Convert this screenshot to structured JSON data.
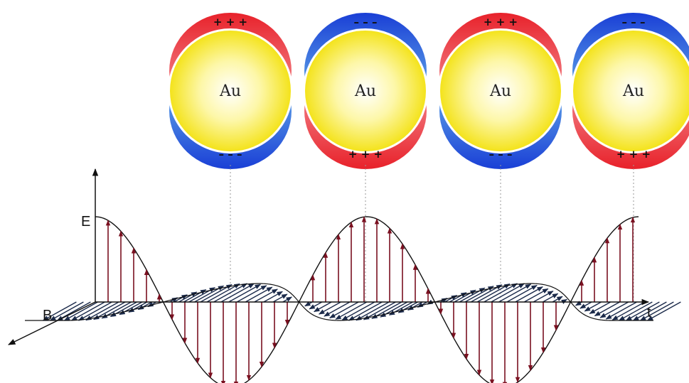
{
  "particles": [
    {
      "label": "Au",
      "top_charge": "+ + +",
      "bottom_charge": "– – –",
      "top_color": "#e8222b",
      "bottom_color": "#1a3fd6"
    },
    {
      "label": "Au",
      "top_charge": "– – –",
      "bottom_charge": "+ + +",
      "top_color": "#1a3fd6",
      "bottom_color": "#e8222b"
    },
    {
      "label": "Au",
      "top_charge": "+ + +",
      "bottom_charge": "– – –",
      "top_color": "#e8222b",
      "bottom_color": "#1a3fd6"
    },
    {
      "label": "Au",
      "top_charge": "– – –",
      "bottom_charge": "+ + +",
      "top_color": "#1a3fd6",
      "bottom_color": "#e8222b"
    }
  ],
  "axes": {
    "e_label": "E",
    "b_label": "B",
    "t_label": "t"
  },
  "colors": {
    "gold_core": "#f7ea00",
    "e_field_arrows": "#7a1020",
    "b_field_arrows": "#1b2a4a",
    "wave_line": "#111111",
    "guide_line": "#999999"
  }
}
